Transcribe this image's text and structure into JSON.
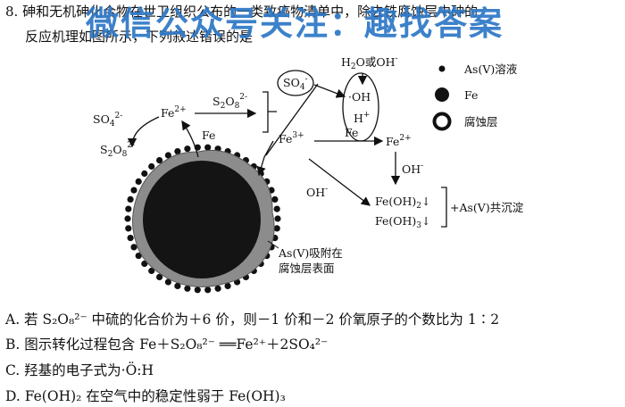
{
  "question": {
    "number_line": "8. 砷和无机砷化合物在世卫组织公布的一类致癌物清单中，除去铁腐蚀层中砷的",
    "line2": "反应机理如图所示，下列叙述错误的是"
  },
  "watermark": "微信公众号关注：趣找答案",
  "figure": {
    "so4_left": "SO",
    "so4_left_sub": "4",
    "so4_left_sup": "2-",
    "s2o8_left": "S",
    "s2o8_left_sub1": "2",
    "s2o8_left_o": "O",
    "s2o8_left_sub2": "8",
    "s2o8_left_sup": "2-",
    "fe2_left": "Fe",
    "fe2_left_sup": "2+",
    "fe_left": "Fe",
    "s2o8_top": "S",
    "s2o8_top_sub1": "2",
    "s2o8_top_o": "O",
    "s2o8_top_sub2": "8",
    "s2o8_top_sup": "2-",
    "so4_radical": "SO",
    "so4_radical_sub": "4",
    "so4_radical_sup": "-",
    "fe3": "Fe",
    "fe3_sup": "3+",
    "h2o_oh": "H",
    "h2o_oh_2": "2",
    "h2o_oh_rest": "O或OH",
    "h2o_oh_sup": "-",
    "oh_radical": "·OH",
    "h_plus": "H",
    "h_plus_sup": "+",
    "fe_arrow": "Fe",
    "fe2_right": "Fe",
    "fe2_right_sup": "2+",
    "oh_right": "OH",
    "oh_right_sup": "-",
    "oh_left": "OH",
    "oh_left_sup": "-",
    "feoh2": "Fe(OH)",
    "feoh2_sub": "2",
    "feoh2_arrow": "↓",
    "feoh3": "Fe(OH)",
    "feoh3_sub": "3",
    "feoh3_arrow": "↓",
    "coprecip": "+As(V)共沉淀",
    "adsorb_line1": "As(V)吸附在",
    "adsorb_line2": "腐蚀层表面",
    "legend": [
      {
        "label": "As(V)溶液"
      },
      {
        "label": "Fe"
      },
      {
        "label": "腐蚀层"
      }
    ]
  },
  "options": {
    "A": "A. 若 S₂O₈²⁻ 中硫的化合价为＋6 价，则－1 价和－2 价氧原子的个数比为 1∶2",
    "B": "B. 图示转化过程包含 Fe＋S₂O₈²⁻ ══Fe²⁺＋2SO₄²⁻",
    "C": "C. 羟基的电子式为·Ö:H",
    "D": "D. Fe(OH)₂ 在空气中的稳定性弱于 Fe(OH)₃"
  },
  "colors": {
    "core": "#141414",
    "corrosion_layer": "#8c8c8c",
    "watermark": "#2e78c6"
  }
}
